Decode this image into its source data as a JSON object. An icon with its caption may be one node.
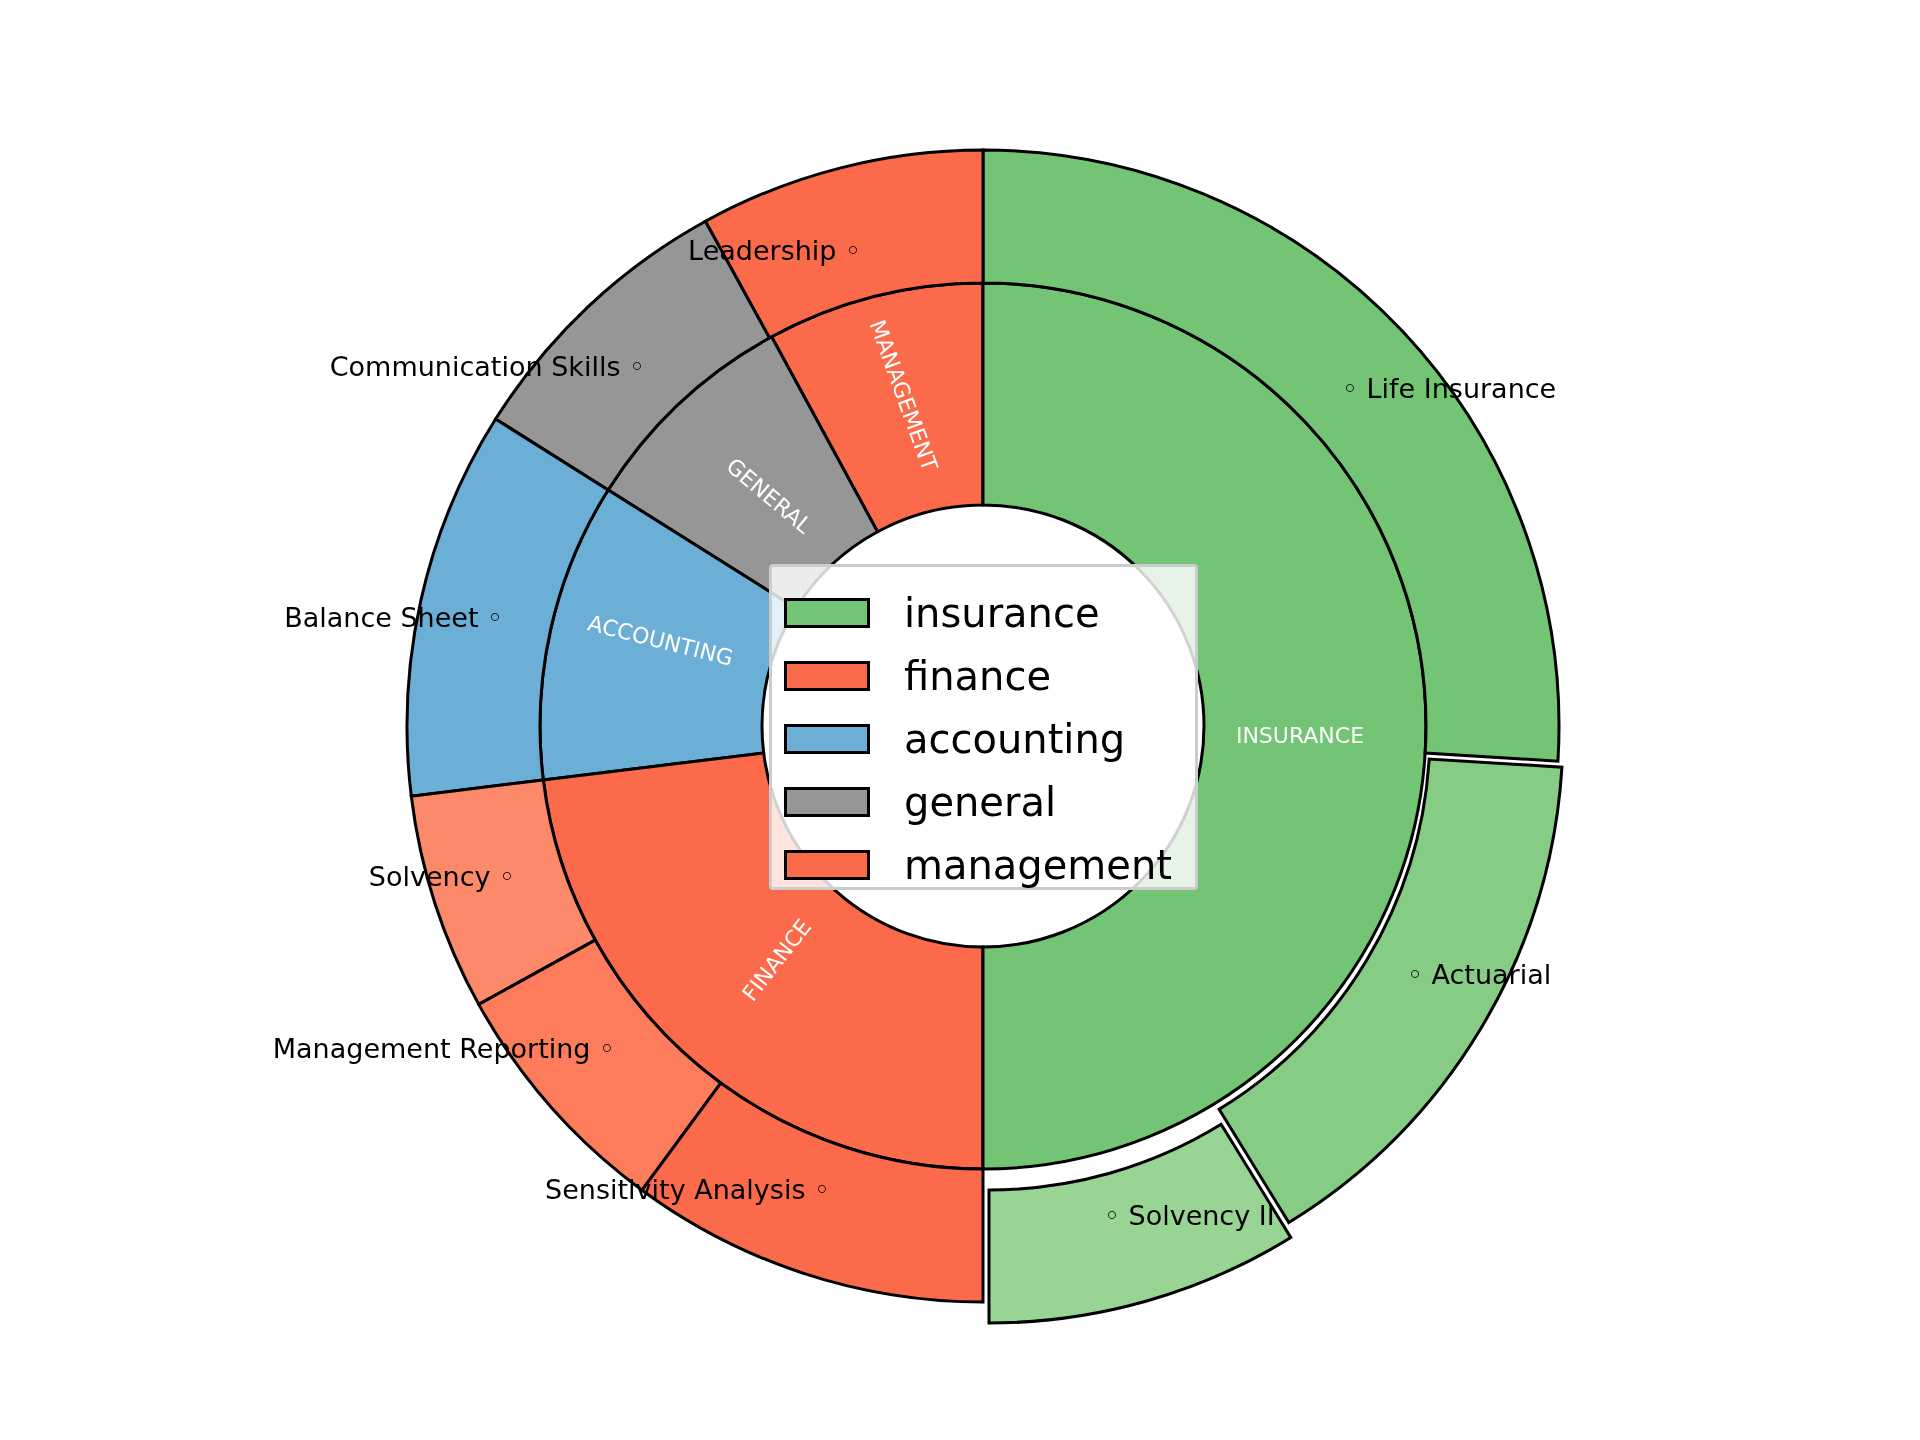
{
  "diagram": {
    "nodes": [
      {
        "text": [
          "MANAGEMENT"
        ]
      },
      {
        "text": [
          "GENERAL"
        ]
      },
      {
        "text": [
          "ACCOUNTING"
        ]
      },
      {
        "text": [
          "FINANCE"
        ]
      },
      {
        "text": [
          "INSURANCE"
        ]
      },
      {
        "text": [
          "Leadership ◦"
        ]
      },
      {
        "text": [
          "Communication Skills ◦"
        ]
      },
      {
        "text": [
          "Balance Sheet ◦"
        ]
      },
      {
        "text": [
          "Solvency ◦"
        ]
      },
      {
        "text": [
          "Management Reporting ◦"
        ]
      },
      {
        "text": [
          "Sensitivity Analysis ◦"
        ]
      },
      {
        "text": [
          "◦ Solvency II"
        ]
      },
      {
        "text": [
          "◦ Actuarial"
        ]
      },
      {
        "text": [
          "◦ Life Insurance"
        ]
      }
    ],
    "edges": [],
    "legend": [
      {
        "text": "insurance",
        "color": "#74c476"
      },
      {
        "text": "finance",
        "color": "#fb6a4a"
      },
      {
        "text": "accounting",
        "color": "#6baed6"
      },
      {
        "text": "general",
        "color": "#969696"
      },
      {
        "text": "management",
        "color": "#fb6a4a"
      }
    ]
  }
}
